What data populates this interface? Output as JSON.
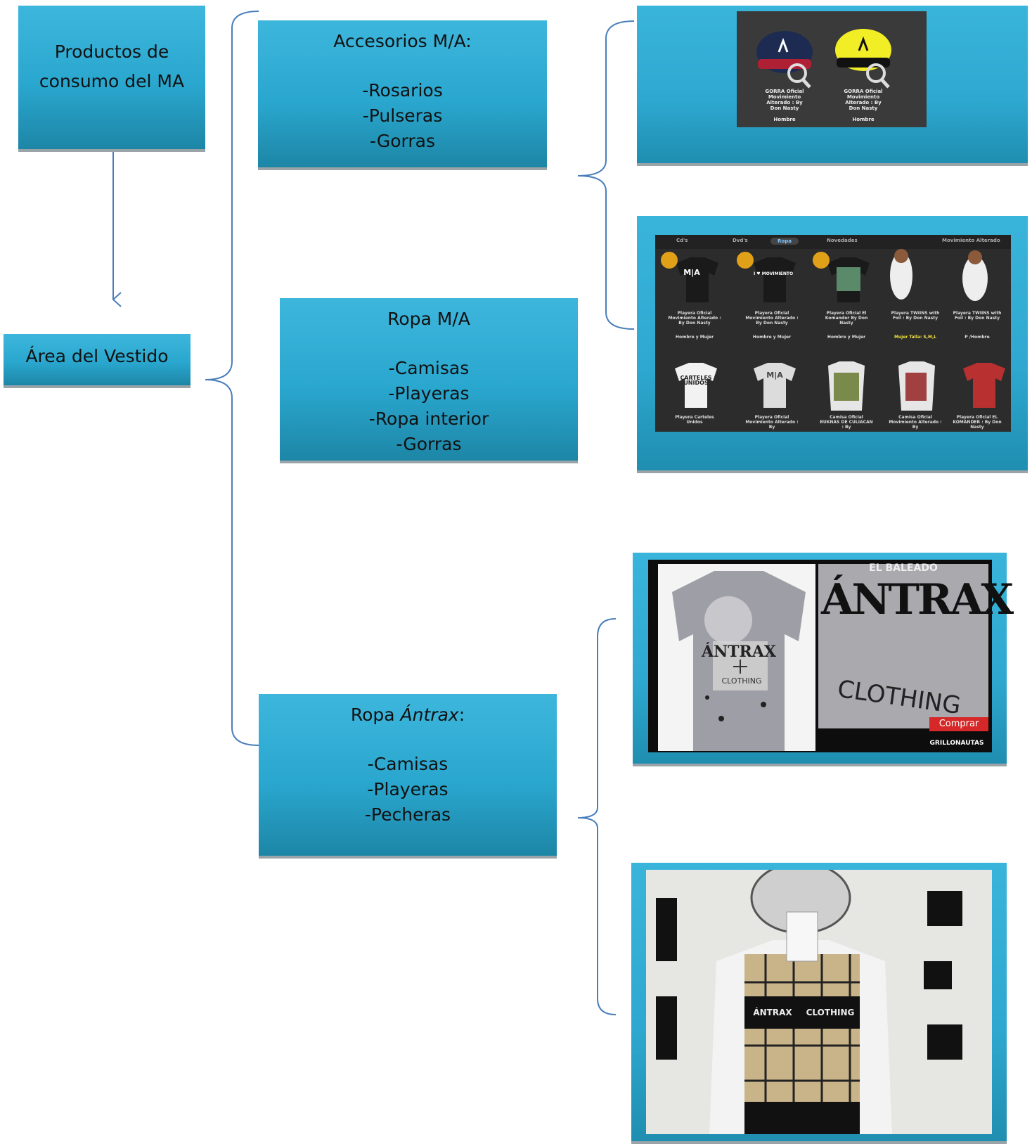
{
  "boxes": {
    "productos": {
      "line1": "Productos de",
      "line2": "consumo del MA"
    },
    "area": {
      "label": "Área del Vestido"
    },
    "accesorios": {
      "title": "Accesorios M/A:",
      "items": [
        "-Rosarios",
        "-Pulseras",
        "-Gorras"
      ]
    },
    "ropa_ma": {
      "title": "Ropa M/A",
      "items": [
        "-Camisas",
        "-Playeras",
        "-Ropa interior",
        "-Gorras"
      ]
    },
    "ropa_antrax": {
      "title_prefix": "Ropa ",
      "title_italic": "Ántrax",
      "title_suffix": ":",
      "items": [
        "-Camisas",
        "-Playeras",
        "-Pecheras"
      ]
    }
  },
  "photos": {
    "caps": {
      "captions": [
        "GORRA Oficial Movimiento Alterado : By Don Nasty",
        "GORRA Oficial Movimiento Alterado : By Don Nasty"
      ],
      "footer": [
        "Hombre",
        "Hombre"
      ]
    },
    "shop": {
      "tabs": [
        "Cd's",
        "Dvd's",
        "Ropa",
        "Novedades",
        "Movimiento Alterado"
      ],
      "row1": [
        "Playera Oficial Movimiento Alterado : By Don Nasty",
        "Playera Oficial Movimiento Alterado : By Don Nasty",
        "Playera Oficial El Komander By Don Nasty",
        "Playera TWIINS with Foil : By Don Nasty",
        "Playera TWIINS with Foil : By Don Nasty"
      ],
      "row1_sub": [
        "Hombre y Mujer",
        "Hombre y Mujer",
        "Hombre y Mujer",
        "Mujer Talla: S,M,L",
        "P /Hombre"
      ],
      "row2": [
        "Playera Carteles Unidos",
        "Playera Oficial Movimiento Alterado : By",
        "Camisa Oficial BUKNAS DE CULIACAN : By",
        "Camisa Oficial Movimiento Alterado : By",
        "Playera Oficial EL KOMANDER : By Don Nasty"
      ],
      "shirt_text": [
        "M|A",
        "I ♥ MOVIMIENTO",
        "CARTELES UNIDOS",
        "M|A"
      ]
    },
    "antrax_shirt": {
      "brand": "ÁNTRAX",
      "sub": "CLOTHING",
      "buy": "Comprar",
      "watermark": "GRILLONAUTAS",
      "header": "EL BALEADO"
    },
    "antrax_vest": {
      "left": "ÁNTRAX",
      "right": "CLOTHING"
    }
  },
  "colors": {
    "box_top": "#3db6dc",
    "box_bottom": "#1d86a6",
    "connector": "#4a7ebb"
  }
}
